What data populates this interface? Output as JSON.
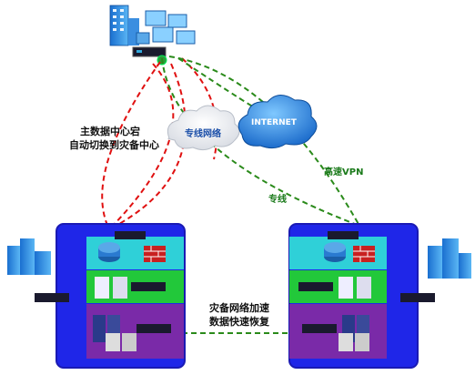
{
  "labels": {
    "failover_line1": "主数据中心宕",
    "failover_line2": "自动切换到灾备中心",
    "private_line_network": "专线网络",
    "internet": "INTERNET",
    "high_speed_vpn": "高速VPN",
    "private_line": "专线",
    "accel_line1": "灾备网络加速",
    "accel_line2": "数据快速恢复"
  },
  "colors": {
    "datacenter_border": "#1a1ab4",
    "datacenter_fill": "#1f26e8",
    "network_tier": "#2fd0d8",
    "server_tier": "#22c83a",
    "storage_tier": "#7a2aa8",
    "red_dash": "#e01010",
    "green_dash": "#2a8a1a",
    "green_label": "#1a7a1a"
  },
  "icons": [
    "office-building-icon",
    "computer-icon",
    "gateway-device-icon",
    "cloud-icon",
    "internet-cloud-icon",
    "router-icon",
    "firewall-icon",
    "server-rack-icon",
    "storage-array-icon",
    "disk-stack-icon",
    "failure-x-icon"
  ]
}
